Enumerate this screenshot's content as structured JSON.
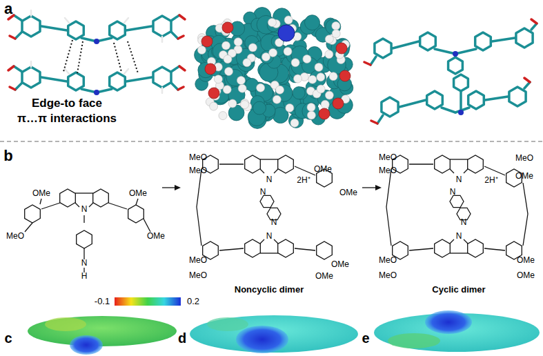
{
  "diagram": {
    "labels": [
      "a",
      "Edge-to face",
      "π…π interactions",
      "b",
      "MeO",
      "OMe",
      "N",
      "OMe",
      "OMe",
      "N",
      "H",
      "MeO",
      "MeO",
      "OMe",
      "OMe",
      "N",
      "2H⁺",
      "N",
      "N",
      "N",
      "MeO",
      "MeO",
      "OMe",
      "OMe",
      "Noncyclic dimer",
      "MeO",
      "MeO",
      "MeO",
      "OMe",
      "2H⁺",
      "N",
      "N",
      "N",
      "N",
      "MeO",
      "MeO",
      "OMe",
      "OMe",
      "Cyclic dimer",
      "-0.1",
      "0.2",
      "c",
      "d",
      "e"
    ]
  }
}
